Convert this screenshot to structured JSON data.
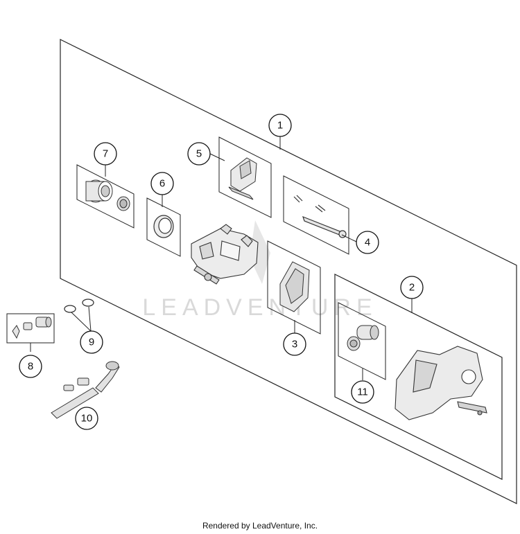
{
  "diagram": {
    "watermark": "LEADVENTURE",
    "callouts": {
      "c1": "1",
      "c2": "2",
      "c3": "3",
      "c4": "4",
      "c5": "5",
      "c6": "6",
      "c7": "7",
      "c8": "8",
      "c9": "9",
      "c10": "10",
      "c11": "11"
    }
  },
  "footer": {
    "credit": "Rendered by LeadVenture, Inc."
  }
}
